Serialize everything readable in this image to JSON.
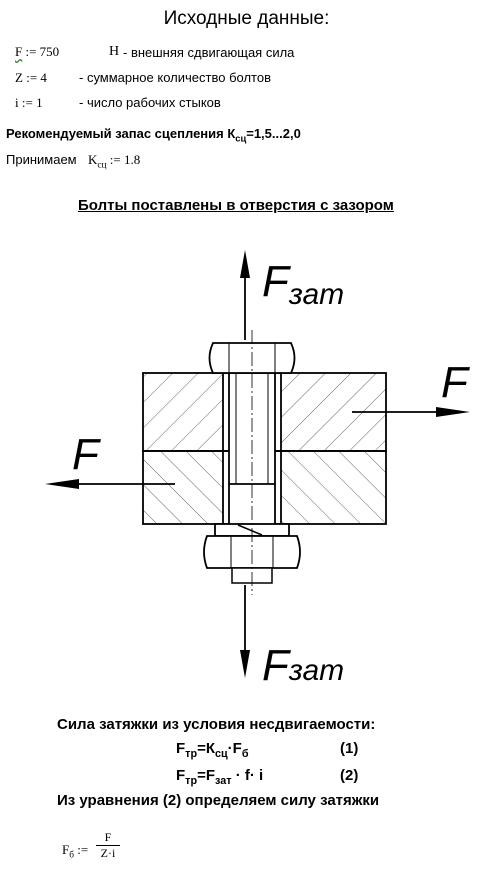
{
  "header": {
    "title": "Исходные данные:"
  },
  "inputs": [
    {
      "var": "F",
      "assign": ":= 750",
      "unit": "Н",
      "desc": "- внешняя сдвигающая сила"
    },
    {
      "var": "Z",
      "assign": ":= 4",
      "unit": "",
      "desc": "- суммарное количество болтов"
    },
    {
      "var": "i",
      "assign": ":= 1",
      "unit": "",
      "desc": "- число рабочих стыков"
    }
  ],
  "recommend": {
    "text": "Рекомендуемый запас сцепления К",
    "sub": "сц",
    "range": "=1,5...2,0"
  },
  "accept": {
    "label": "Принимаем",
    "var": "K",
    "sub": "сц",
    "assign": ":= 1.8"
  },
  "section": {
    "title": "Болты поставлены в отверстия с зазором"
  },
  "diagram": {
    "label_f": "F",
    "label_f_sub": "зат"
  },
  "condition": {
    "title": "Сила затяжки из условия несдвигаемости:"
  },
  "equations": [
    {
      "lhs": "F",
      "lhs_sub": "тр",
      "rhs1": "=К",
      "rhs1_sub": "сц",
      "mid": "·F",
      "mid_sub": "б",
      "rest": "",
      "num": "(1)"
    },
    {
      "lhs": "F",
      "lhs_sub": "тр",
      "rhs1": "=F",
      "rhs1_sub": "зат",
      "mid": " · f· i",
      "mid_sub": "",
      "rest": "",
      "num": "(2)"
    }
  ],
  "from_eq": {
    "text": "Из уравнения (2) определяем силу затяжки"
  },
  "final": {
    "lhs": "F",
    "lhs_sub": "б",
    "assign": ":=",
    "num": "F",
    "den": "Z·i"
  }
}
